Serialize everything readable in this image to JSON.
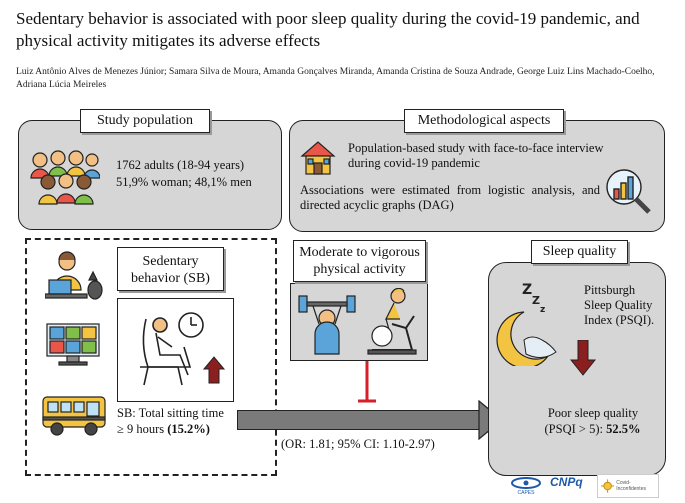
{
  "title": "Sedentary behavior is associated with poor sleep quality during the covid-19 pandemic, and physical activity mitigates its adverse effects",
  "authors": "Luiz Antônio Alves de Menezes Júnior; Samara Silva de Moura, Amanda Gonçalves Miranda, Amanda Cristina de Souza Andrade, George Luiz Lins Machado-Coelho, Adriana Lúcia Meireles",
  "study_population": {
    "label": "Study population",
    "line1": "1762 adults (18-94 years)",
    "line2": "51,9% woman; 48,1% men"
  },
  "methodological": {
    "label": "Methodological aspects",
    "text1": "Population-based study with face-to-face interview during covid-19 pandemic",
    "text2": "Associations were estimated from logistic analysis, and directed acyclic graphs (DAG)"
  },
  "sedentary": {
    "label": "Sedentary behavior (SB)",
    "result_line1": "SB: Total sitting time",
    "result_line2": "≥ 9 hours",
    "result_value": "(15.2%)"
  },
  "mvpa": {
    "label": "Moderate to vigorous physical activity"
  },
  "association": "(OR: 1.81; 95% CI: 1.10-2.97)",
  "sleep": {
    "label": "Sleep quality",
    "index": "Pittsburgh Sleep Quality Index (PSQI).",
    "result_line1": "Poor sleep quality",
    "result_line2": "(PSQI > 5):",
    "result_value": "52.5%"
  },
  "logos": {
    "capes": "CAPES",
    "cnpq": "CNPq",
    "covid": "Covid-Inconfidentes"
  }
}
